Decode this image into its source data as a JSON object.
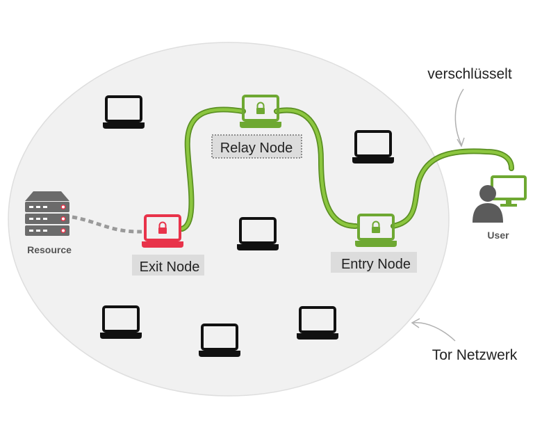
{
  "labels": {
    "encrypted": "verschlüsselt",
    "network": "Tor Netzwerk",
    "resource": "Resource",
    "user": "User",
    "exit_node": "Exit Node",
    "relay_node": "Relay Node",
    "entry_node": "Entry Node"
  },
  "colors": {
    "network_fill": "#f1f1f1",
    "network_stroke": "#dedede",
    "path_green": "#8cc63f",
    "path_green_dark": "#5a8f22",
    "node_green": "#6ea832",
    "exit_red": "#e8334a",
    "laptop_black": "#111111",
    "server_gray": "#6b6b6b",
    "user_gray": "#5b5b5b",
    "dashed_gray": "#9a9a9a"
  },
  "icons": {
    "idle_laptops": "laptop-icon",
    "nodes": "laptop-lock-icon",
    "resource": "server-icon",
    "user": "user-desktop-icon"
  }
}
